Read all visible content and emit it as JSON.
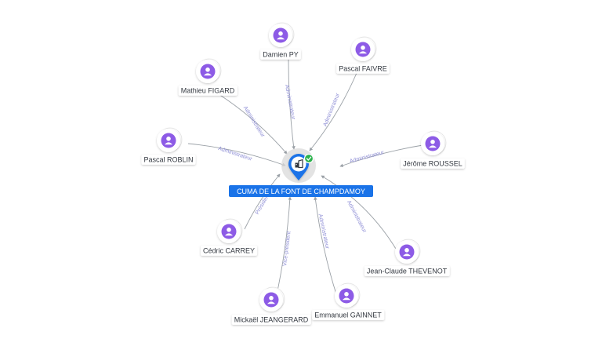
{
  "center": {
    "name": "CUMA DE LA FONT DE CHAMPDAMOY",
    "icon": "building-icon",
    "badge": "check-badge-icon",
    "accent_color": "#1a73e8",
    "badge_color": "#2bb24c"
  },
  "people": [
    {
      "id": "damien-py",
      "name": "Damien PY",
      "role": "Administrateur"
    },
    {
      "id": "pascal-faivre",
      "name": "Pascal FAIVRE",
      "role": "Administrateur"
    },
    {
      "id": "mathieu-figard",
      "name": "Mathieu FIGARD",
      "role": "Administrateur"
    },
    {
      "id": "pascal-roblin",
      "name": "Pascal ROBLIN",
      "role": "Administrateur"
    },
    {
      "id": "jerome-roussel",
      "name": "Jérôme ROUSSEL",
      "role": "Administrateur"
    },
    {
      "id": "cedric-carrey",
      "name": "Cédric CARREY",
      "role": "Président"
    },
    {
      "id": "jean-claude-thevenot",
      "name": "Jean-Claude THEVENOT",
      "role": "Administrateur"
    },
    {
      "id": "mickael-jeangerard",
      "name": "Mickaël JEANGERARD",
      "role": "Vice-président"
    },
    {
      "id": "emmanuel-gainnet",
      "name": "Emmanuel GAINNET",
      "role": "Administrateur"
    }
  ],
  "colors": {
    "person_icon": "#8d5be6",
    "edge": "#9aa0a6",
    "edge_label": "#8f8fd6"
  }
}
